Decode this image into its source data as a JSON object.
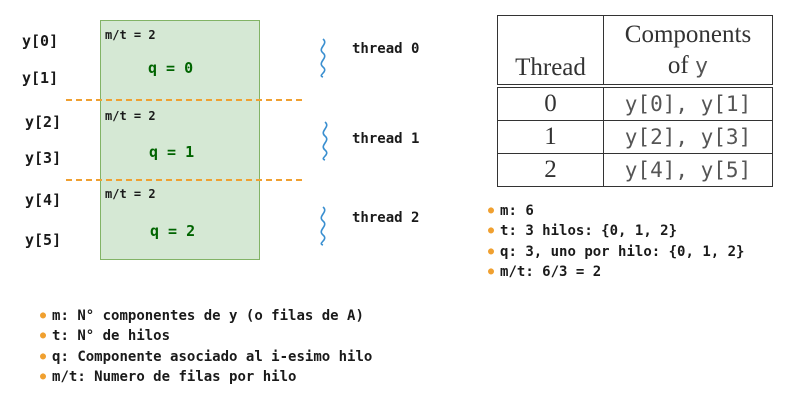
{
  "y_labels": [
    "y[0]",
    "y[1]",
    "y[2]",
    "y[3]",
    "y[4]",
    "y[5]"
  ],
  "blocks": [
    {
      "mt": "m/t = 2",
      "q": "q = 0"
    },
    {
      "mt": "m/t = 2",
      "q": "q = 1"
    },
    {
      "mt": "m/t = 2",
      "q": "q = 2"
    }
  ],
  "threads": [
    "thread 0",
    "thread 1",
    "thread 2"
  ],
  "table": {
    "header": {
      "thread": "Thread",
      "components_line1": "Components",
      "components_line2": "of",
      "components_var": "y"
    },
    "rows": [
      {
        "thread": "0",
        "components": "y[0], y[1]"
      },
      {
        "thread": "1",
        "components": "y[2], y[3]"
      },
      {
        "thread": "2",
        "components": "y[4], y[5]"
      }
    ]
  },
  "params": [
    "m: 6",
    "t: 3 hilos: {0, 1, 2}",
    "q: 3, uno por hilo: {0, 1, 2}",
    "m/t: 6/3 = 2"
  ],
  "definitions": [
    "m: N° componentes de y (o filas de A)",
    "t: N° de hilos",
    "q: Componente asociado al i-esimo hilo",
    "m/t: Numero de filas por hilo"
  ],
  "colors": {
    "block_fill": "#d5e8d4",
    "block_border": "#82b366",
    "divider": "#f0a030",
    "wave": "#3a8fd0",
    "q_text": "#006400"
  }
}
